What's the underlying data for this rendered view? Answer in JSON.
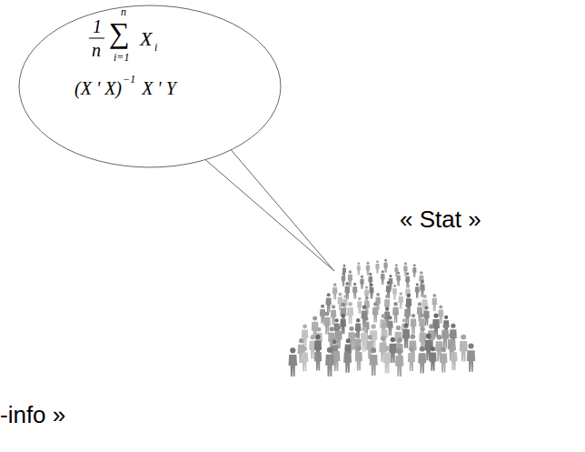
{
  "diagram": {
    "nodes": [
      {
        "text": [
          "1",
          "n",
          "n",
          "∑",
          "i=1",
          "X",
          "i",
          "(X ' X)",
          "−1",
          "X ' Y"
        ]
      }
    ],
    "labels": [
      "« Stat »",
      "-info »"
    ]
  }
}
